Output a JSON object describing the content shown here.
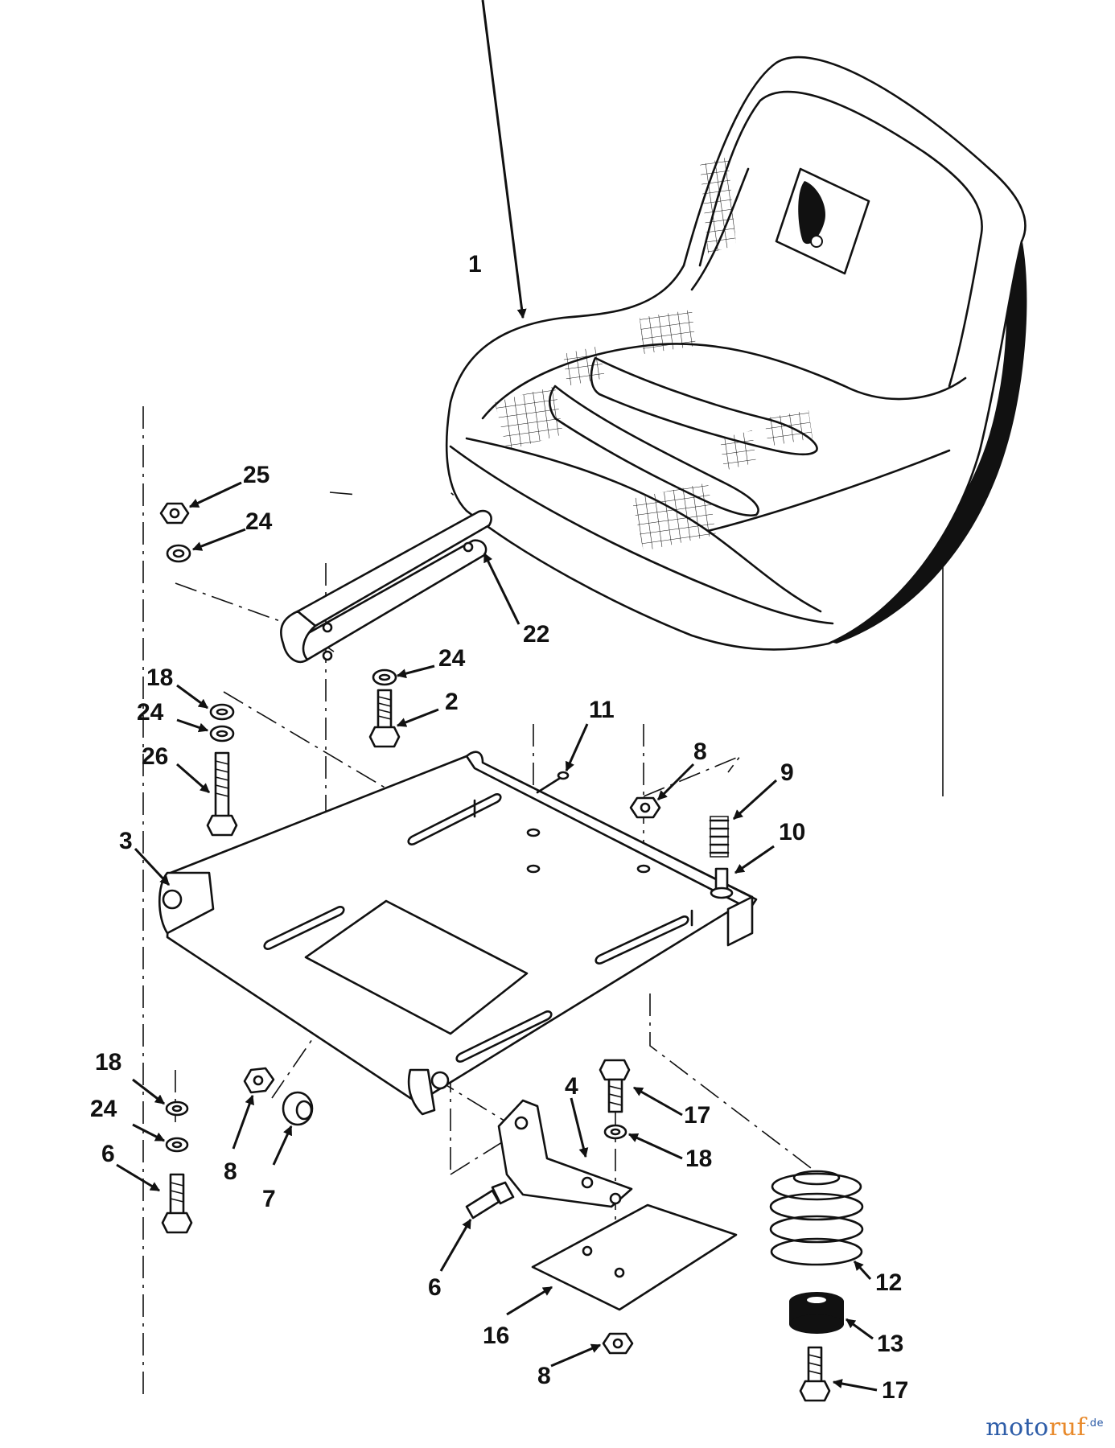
{
  "diagram": {
    "labels": {
      "seat": "1",
      "p2": "2",
      "p3": "3",
      "p4": "4",
      "p6a": "6",
      "p6b": "6",
      "p7": "7",
      "p8a": "8",
      "p8b": "8",
      "p8c": "8",
      "p9": "9",
      "p10": "10",
      "p11": "11",
      "p12": "12",
      "p13": "13",
      "p16": "16",
      "p17a": "17",
      "p17b": "17",
      "p18a": "18",
      "p18b": "18",
      "p18c": "18",
      "p22": "22",
      "p24a": "24",
      "p24b": "24",
      "p24c": "24",
      "p24d": "24",
      "p25": "25",
      "p26": "26"
    }
  },
  "watermark": {
    "part1": "moto",
    "part2": "ruf",
    "suffix": ".de",
    "colors": {
      "part1": "#2e5da8",
      "part2": "#e8892a"
    }
  }
}
